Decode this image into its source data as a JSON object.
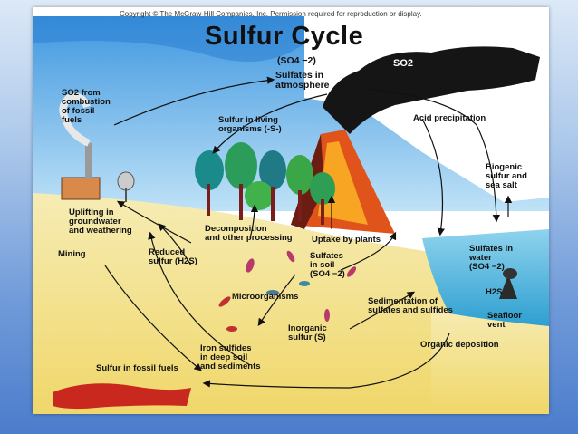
{
  "copyright": "Copyright © The McGraw-Hill Companies, Inc. Permission required for reproduction or display.",
  "title": "Sulfur Cycle",
  "labels": {
    "so4_atmos": "(SO4 −2)",
    "sulfates_atmos": "Sulfates in\natmosphere",
    "so2_cloud": "SO2",
    "so2_fossil": "SO2 from\ncombustion\nof fossil\nfuels",
    "sulfur_living": "Sulfur in living\norganisms (-S-)",
    "acid_precip": "Acid precipitation",
    "biogenic": "Biogenic\nsulfur and\nsea salt",
    "uplifting": "Uplifting in\ngroundwater\nand weathering",
    "mining": "Mining",
    "reduced_sulfur": "Reduced\nsulfur (H2S)",
    "decomposition": "Decomposition\nand other processing",
    "uptake": "Uptake by plants",
    "sulfates_soil": "Sulfates\nin soil\n(SO4 −2)",
    "sulfates_water": "Sulfates in\nwater\n(SO4 −2)",
    "h2s_vent": "H2S",
    "microorganisms": "Microorganisms",
    "sedimentation": "Sedimentation of\nsulfates and sulfides",
    "seafloor_vent": "Seafloor\nvent",
    "inorganic_sulfur": "Inorganic\nsulfur (S)",
    "organic_deposition": "Organic deposition",
    "iron_sulfides": "Iron sulfides\nin deep soil\nand sediments",
    "sulfur_fossil": "Sulfur in fossil fuels"
  },
  "colors": {
    "sky": "#5aa9e8",
    "soil": "#f3e08a",
    "sea": "#4fb3d9",
    "smoke": "#1a1a1a",
    "lava": "#e0541c",
    "fossil": "#c8281e"
  }
}
